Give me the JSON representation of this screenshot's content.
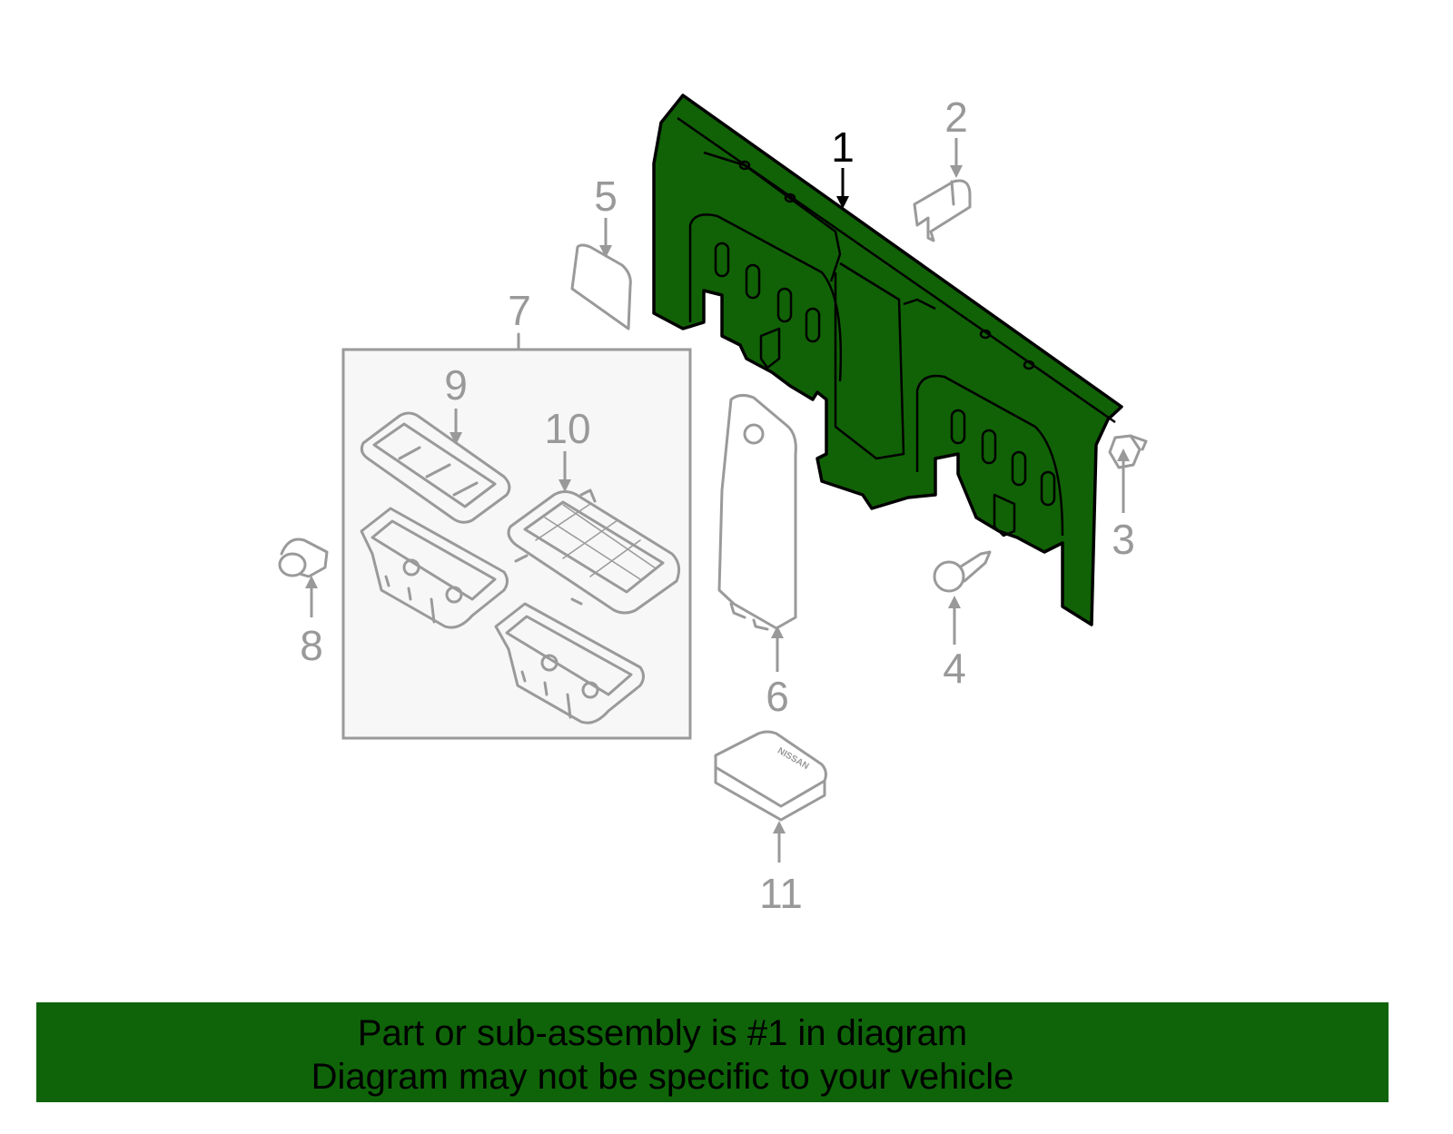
{
  "diagram": {
    "callouts": {
      "c1": "1",
      "c2": "2",
      "c3": "3",
      "c4": "4",
      "c5": "5",
      "c6": "6",
      "c7": "7",
      "c8": "8",
      "c9": "9",
      "c10": "10",
      "c11": "11"
    },
    "highlighted_part": "1",
    "logo_text": "NISSAN",
    "colors": {
      "highlight": "#116206",
      "outline": "#9a9a9a",
      "banner": "#0f6409"
    }
  },
  "banner": {
    "line1": "Part or sub-assembly is #1 in diagram",
    "line2": "Diagram may not be specific to your vehicle"
  }
}
